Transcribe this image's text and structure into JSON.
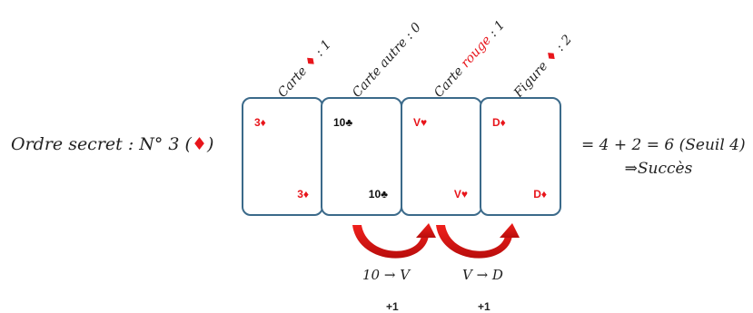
{
  "secret": {
    "prefix": "Ordre secret : N° 3 (",
    "suit": "♦",
    "suffix": ")"
  },
  "headers": [
    {
      "before": "Carte ",
      "accent": "♦",
      "after": " : 1"
    },
    {
      "before": "Carte autre : 0",
      "accent": "",
      "after": ""
    },
    {
      "before": "Carte ",
      "accent": "rouge",
      "after": " : 1"
    },
    {
      "before": "Figure ",
      "accent": "♦",
      "after": " : 2"
    }
  ],
  "cards": [
    {
      "label": "3♦",
      "color": "#e8151b"
    },
    {
      "label": "10♣",
      "color": "#111111"
    },
    {
      "label": "V♥",
      "color": "#e8151b"
    },
    {
      "label": "D♦",
      "color": "#e8151b"
    }
  ],
  "result": {
    "line1": "= 4 + 2 = 6 (Seuil 4)",
    "line2": "⇒Succès"
  },
  "transitions": [
    {
      "label": "10 → V",
      "bonus": "+1"
    },
    {
      "label": "V → D",
      "bonus": "+1"
    }
  ],
  "colors": {
    "accent_red": "#e8151b",
    "card_border": "#3b6a8a",
    "arrow_red": "#d0100f"
  }
}
